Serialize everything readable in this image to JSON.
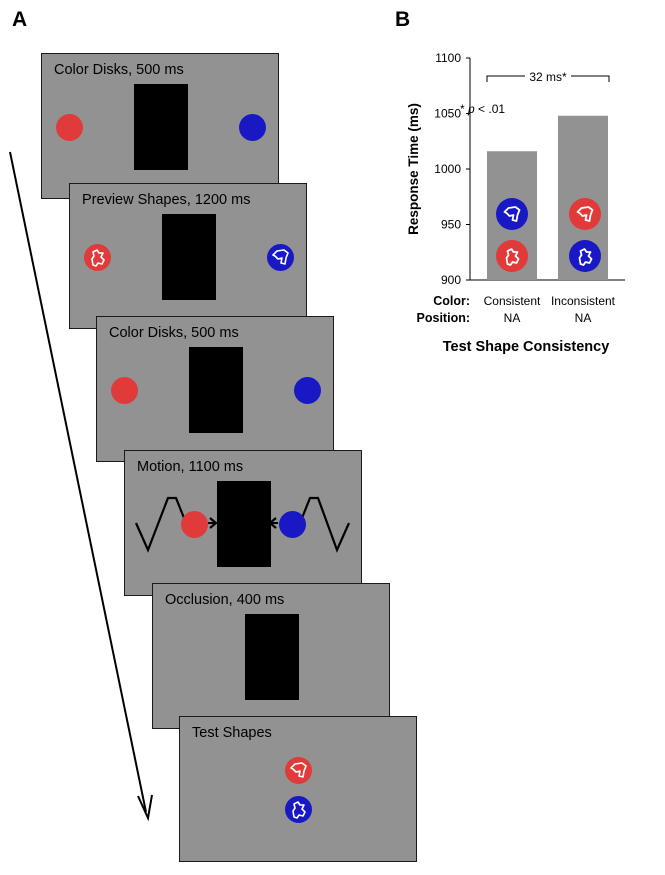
{
  "panels": {
    "a_label": "A",
    "b_label": "B"
  },
  "frames": [
    {
      "label": "Color Disks, 500 ms"
    },
    {
      "label": "Preview Shapes, 1200 ms"
    },
    {
      "label": "Color Disks, 500 ms"
    },
    {
      "label": "Motion, 1100 ms"
    },
    {
      "label": "Occlusion, 400 ms"
    },
    {
      "label": "Test Shapes"
    }
  ],
  "colors": {
    "frame_gray": "#929292",
    "red_disk": "#e03a3a",
    "blue_disk": "#1818c4",
    "bar_gray": "#929292"
  },
  "icons": [
    "shape-outline-icon"
  ],
  "chart_data": {
    "type": "bar",
    "categories": [
      "Consistent",
      "Inconsistent"
    ],
    "row_labels": [
      {
        "label": "Color:",
        "values": [
          "Consistent",
          "Inconsistent"
        ]
      },
      {
        "label": "Position:",
        "values": [
          "NA",
          "NA"
        ]
      }
    ],
    "values": [
      1016,
      1048
    ],
    "ylabel": "Response Time (ms)",
    "xlabel": "Test Shape Consistency",
    "ylim": [
      900,
      1100
    ],
    "yticks": [
      900,
      950,
      1000,
      1050,
      1100
    ],
    "annotation": {
      "bracket_label": "32 ms*",
      "note_prefix": "* ",
      "note_p": "p",
      "note_rest": " < .01"
    },
    "grid": false,
    "legend": "none"
  }
}
